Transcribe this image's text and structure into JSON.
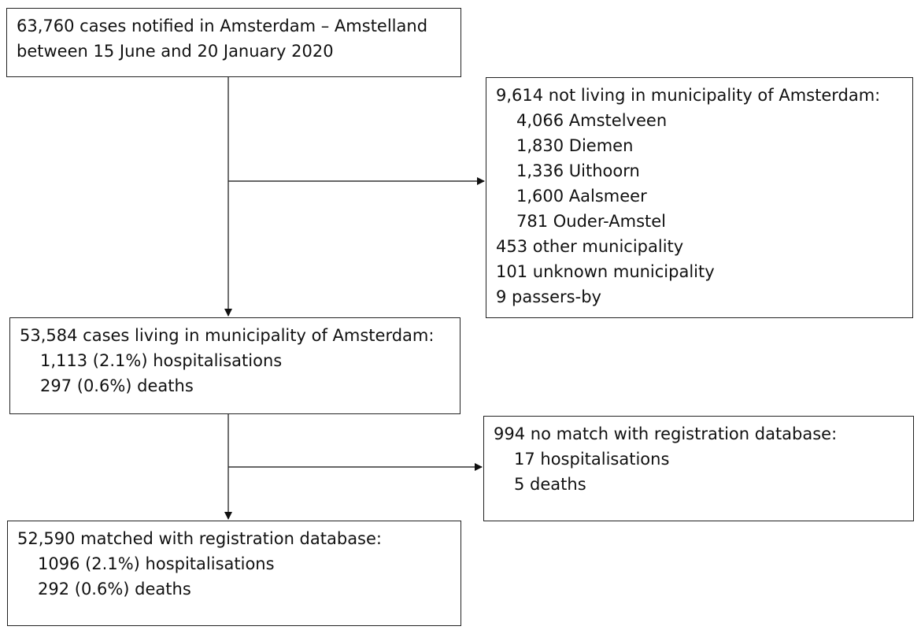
{
  "total": {
    "line1": "63,760 cases notified in Amsterdam – Amstelland",
    "line2": "between 15 June and 20 January 2020"
  },
  "excluded": {
    "header": "9,614 not living in municipality of Amsterdam:",
    "items": [
      "4,066 Amstelveen",
      "1,830 Diemen",
      "1,336 Uithoorn",
      "1,600 Aalsmeer",
      "781 Ouder-Amstel"
    ],
    "other": [
      "453 other municipality",
      "101 unknown municipality",
      "9 passers-by"
    ]
  },
  "living": {
    "header": "53,584 cases living in municipality of Amsterdam:",
    "items": [
      "1,113 (2.1%) hospitalisations",
      "297 (0.6%) deaths"
    ]
  },
  "nomatch": {
    "header": "994 no match with registration database:",
    "items": [
      "17 hospitalisations",
      "5 deaths"
    ]
  },
  "matched": {
    "header": "52,590 matched with registration database:",
    "items": [
      "1096 (2.1%) hospitalisations",
      "292 (0.6%) deaths"
    ]
  }
}
